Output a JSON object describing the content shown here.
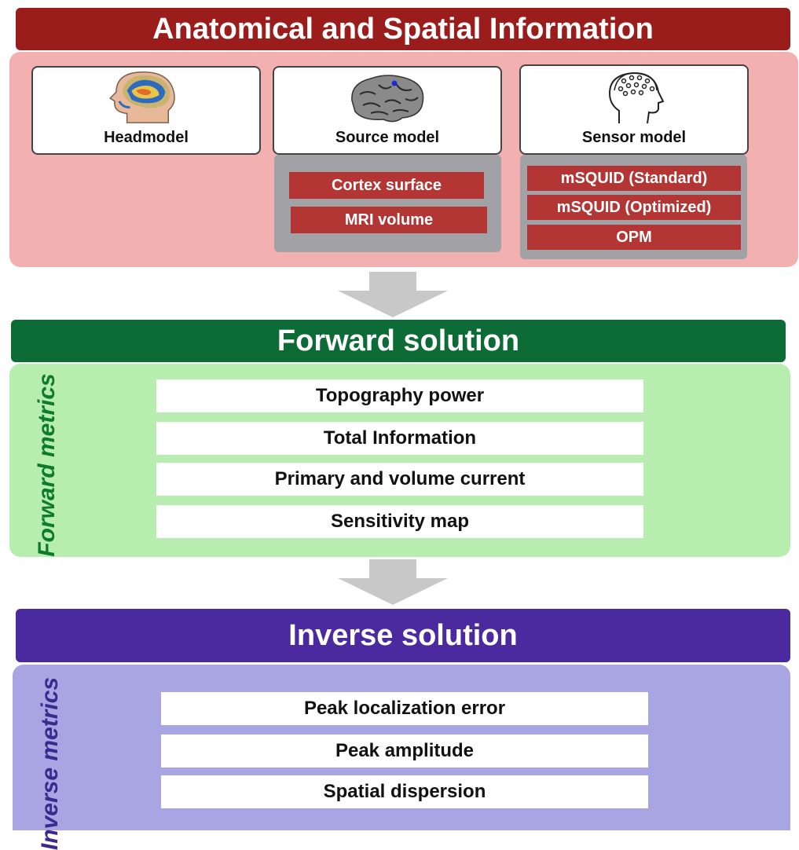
{
  "anatomical": {
    "title": "Anatomical and Spatial Information",
    "headmodel": {
      "label": "Headmodel"
    },
    "source_model": {
      "label": "Source model",
      "options": [
        "Cortex surface",
        "MRI volume"
      ]
    },
    "sensor_model": {
      "label": "Sensor model",
      "options": [
        "mSQUID (Standard)",
        "mSQUID (Optimized)",
        "OPM"
      ]
    }
  },
  "forward": {
    "title": "Forward solution",
    "metrics_label": "Forward metrics",
    "metrics": [
      "Topography power",
      "Total Information",
      "Primary and volume current",
      "Sensitivity map"
    ]
  },
  "inverse": {
    "title": "Inverse solution",
    "metrics_label": "Inverse metrics",
    "metrics": [
      "Peak localization error",
      "Peak amplitude",
      "Spatial dispersion"
    ]
  },
  "colors": {
    "anatomical_header": "#9a1c1b",
    "anatomical_panel": "#f2b0b0",
    "forward_header": "#0d6b35",
    "forward_panel": "#b8edb0",
    "inverse_header": "#4a2a9e",
    "inverse_panel": "#a9a4e2",
    "option_button": "#b33635",
    "arrow": "#c8c8c8"
  },
  "icons": [
    "head-mri-icon",
    "brain-cortex-icon",
    "head-sensors-icon",
    "down-arrow-icon"
  ]
}
